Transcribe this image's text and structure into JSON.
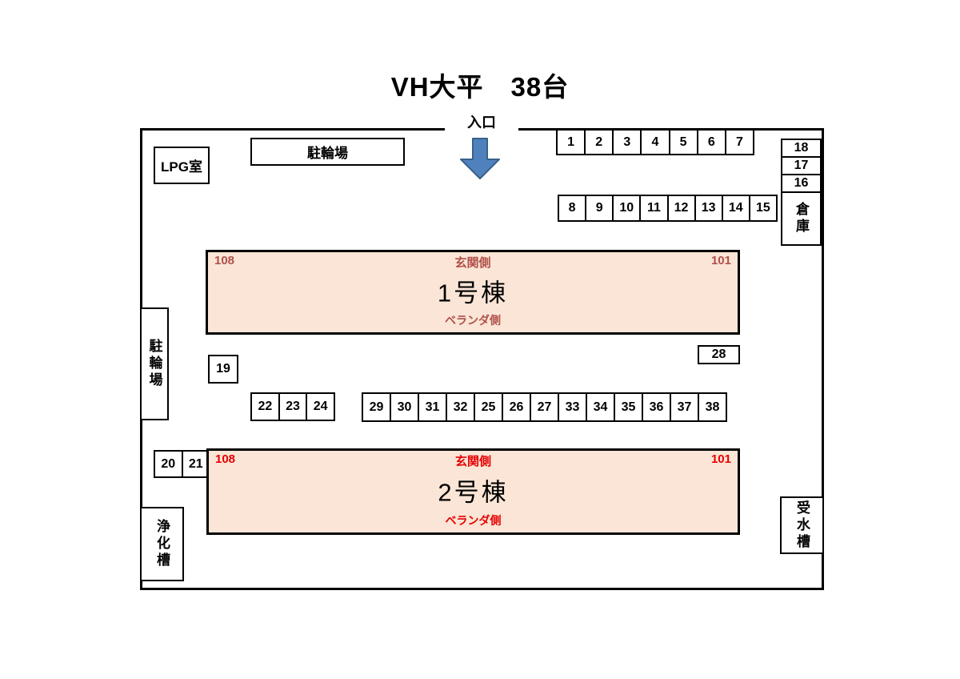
{
  "title": "VH大平　38台",
  "entrance": {
    "label": "入口",
    "arrow_icon": "down-arrow-icon",
    "arrow_fill": "#4F81BD",
    "arrow_stroke": "#38618C"
  },
  "facilities": {
    "lpg_room": "LPG室",
    "bicycle_parking_top": "駐輪場",
    "bicycle_parking_left": "駐輪場",
    "warehouse": "倉庫",
    "septic_tank": "浄化槽",
    "water_tank": "受水槽"
  },
  "parking": {
    "row_1_7": [
      "1",
      "2",
      "3",
      "4",
      "5",
      "6",
      "7"
    ],
    "right_column": [
      "18",
      "17",
      "16"
    ],
    "row_8_15": [
      "8",
      "9",
      "10",
      "11",
      "12",
      "13",
      "14",
      "15"
    ],
    "space_28": "28",
    "space_19": "19",
    "row_22_24": [
      "22",
      "23",
      "24"
    ],
    "row_middle": [
      "29",
      "30",
      "31",
      "32",
      "25",
      "26",
      "27",
      "33",
      "34",
      "35",
      "36",
      "37",
      "38"
    ],
    "row_20_21": [
      "20",
      "21"
    ]
  },
  "buildings": [
    {
      "name": "1号棟",
      "front_label": "玄関側",
      "back_label": "ベランダ側",
      "left_unit": "108",
      "right_unit": "101",
      "text_color": "#B0504A",
      "fill": "#FAE5D6"
    },
    {
      "name": "2号棟",
      "front_label": "玄関側",
      "back_label": "ベランダ側",
      "left_unit": "108",
      "right_unit": "101",
      "text_color": "#E60000",
      "fill": "#FAE5D6"
    }
  ]
}
